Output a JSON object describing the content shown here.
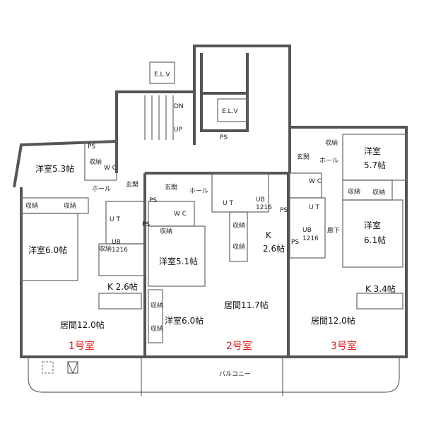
{
  "core": {
    "elv1": "E.L.V",
    "elv2": "E.L.V",
    "dn": "DN",
    "up": "UP",
    "ps": "PS"
  },
  "unit1": {
    "name": "1号室",
    "rooms": {
      "western1": "洋室5.3帖",
      "western2": "洋室6.0帖",
      "kitchen": "K 2.6帖",
      "living": "居間12.0帖"
    },
    "ps": "PS",
    "storage1": "収納",
    "wc": "W C",
    "hall": "ホール",
    "entrance": "玄関",
    "storage2": "収納",
    "storage3": "収納",
    "ut": "U T",
    "ub": "UB",
    "ub_size": "1216",
    "storage4": "収納",
    "ps2": "PS"
  },
  "unit2": {
    "name": "2号室",
    "rooms": {
      "western1": "洋室5.1帖",
      "western2": "洋室6.0帖",
      "kitchen_a": "K",
      "kitchen_b": "2.6帖",
      "living": "居間11.7帖"
    },
    "entrance": "玄関",
    "hall": "ホール",
    "ps": "PS",
    "wc": "W C",
    "storage1": "収納",
    "ut": "U T",
    "ub": "UB",
    "ub_size": "1216",
    "ps2": "PS",
    "storage2": "収納",
    "storage3": "収納",
    "storage4": "収納",
    "storage5": "収納"
  },
  "unit3": {
    "name": "3号室",
    "rooms": {
      "western1a": "洋室",
      "western1b": "5.7帖",
      "western2a": "洋室",
      "western2b": "6.1帖",
      "kitchen": "K 3.4帖",
      "living": "居間12.0帖"
    },
    "entrance": "玄関",
    "storage1": "収納",
    "hall": "ホール",
    "wc": "W C",
    "ut": "U T",
    "storage2": "収納",
    "storage3": "収納",
    "ub": "UB",
    "ub_size": "1216",
    "corridor": "廊下",
    "ps": "PS"
  },
  "balcony": "バルコニー",
  "colors": {
    "unit_label": "#e02020",
    "wall": "#555555"
  }
}
